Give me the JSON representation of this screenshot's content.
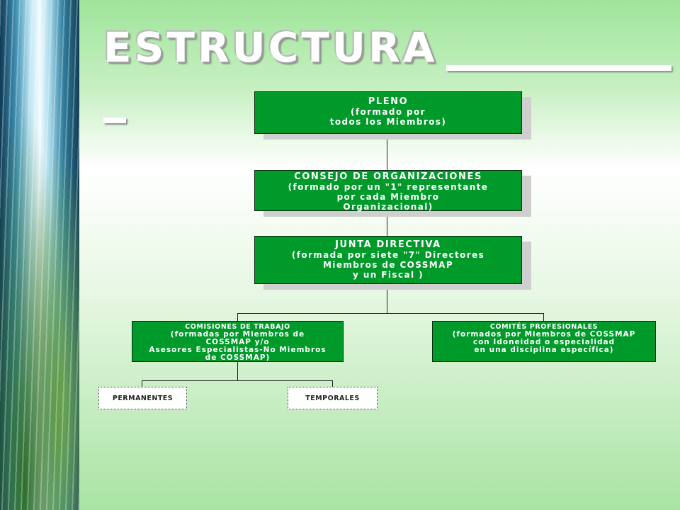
{
  "title": "ESTRUCTURA",
  "org": {
    "pleno": {
      "head": "PLENO",
      "sub": "(formado por\ntodos los Miembros)"
    },
    "consejo": {
      "head": "CONSEJO DE ORGANIZACIONES",
      "sub": "(formado por un \"1\" representante\npor cada Miembro\nOrganizacional)"
    },
    "junta": {
      "head": "JUNTA DIRECTIVA",
      "sub": "(formada por siete \"7\" Directores\nMiembros de COSSMAP\ny un Fiscal )"
    },
    "comisiones": {
      "head": "COMISIONES DE TRABAJO",
      "sub": "(formadas por Miembros de\nCOSSMAP y/o\nAsesores Especialistas-No Miembros\nde COSSMAP)"
    },
    "comites": {
      "head": "COMITÉS PROFESIONALES",
      "sub": "(formados por Miembros de COSSMAP\ncon Idoneidad o especialidad\nen una disciplina específica)"
    },
    "permanentes": "PERMANENTES",
    "temporales": "TEMPORALES"
  },
  "colors": {
    "box_fill": "#009a2a",
    "shadow": "#cfcfcf",
    "background_green": "#9fe59a"
  }
}
